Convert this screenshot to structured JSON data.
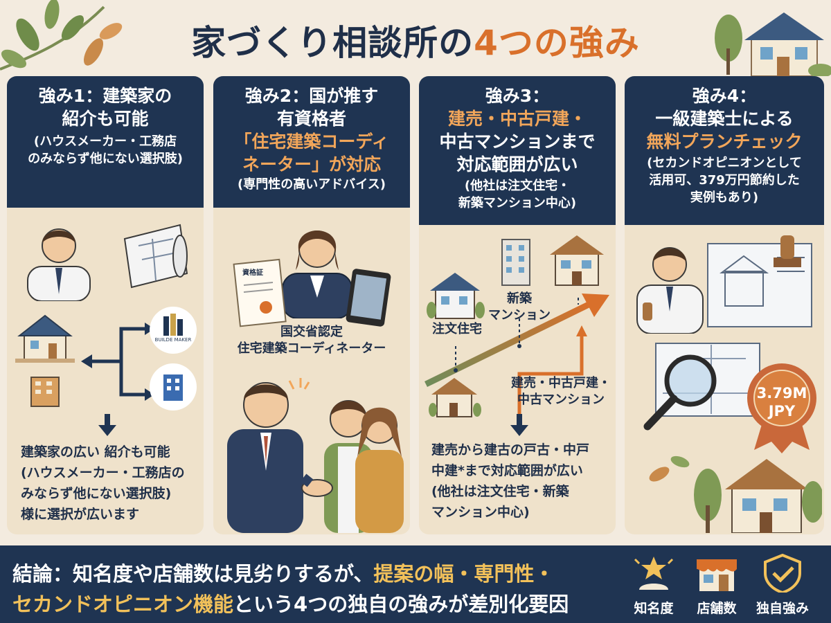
{
  "title": {
    "main": "家づくり相談所の",
    "accent": "4つの強み"
  },
  "columns": [
    {
      "head": [
        "強み1：建築家の",
        "紹介も可能"
      ],
      "sub": [
        "(ハウスメーカー・工務店",
        "のみならず他にない選択肢)"
      ],
      "body": [
        "建築家の広い 紹介も可能",
        "(ハウスメーカー・工務店の",
        "みならず他にない選択肢)",
        "様に選択が広います"
      ],
      "logo_text": "BUILDE MAKER"
    },
    {
      "head": [
        "強み2：国が推す",
        "有資格者"
      ],
      "head_orange": [
        "「住宅建築コーディ",
        "ネーター」が対応"
      ],
      "sub": [
        "(専門性の高いアドバイス)"
      ],
      "cert_text": "資格証",
      "caption": [
        "国交省認定",
        "住宅建築コーディネーター"
      ]
    },
    {
      "head": [
        "強み3："
      ],
      "head_orange": [
        "建売・中古戸建・",
        "中古マンションまで"
      ],
      "head2": [
        "対応範囲が広い"
      ],
      "sub": [
        "(他社は注文住宅・",
        "新築マンション中心)"
      ],
      "labels": {
        "order": "注文住宅",
        "new_mansion": [
          "新築",
          "マンション"
        ],
        "resale": [
          "建売・中古戸建・",
          "中古マンション"
        ]
      },
      "body": [
        "建売から建古の戸古・中戸",
        "中建*まで対応範囲が広い",
        "(他社は注文住宅・新築",
        "マンション中心)"
      ]
    },
    {
      "head": [
        "強み4：",
        "一級建築士による"
      ],
      "head_orange": [
        "無料プランチェック"
      ],
      "sub": [
        "(セカンドオピニオンとして",
        "活用可、379万円節約した",
        "実例もあり)"
      ],
      "badge": [
        "3.79M",
        "JPY"
      ]
    }
  ],
  "footer": {
    "line1_white": "結論：知名度や店舗数は見劣りするが、",
    "line1_yellow": "提案の幅・専門性・",
    "line2_yellow": "セカンドオピニオン機能",
    "line2_white": "という4つの独自の強みが差別化要因",
    "icons": [
      {
        "name": "star-person-icon",
        "label": "知名度"
      },
      {
        "name": "store-icon",
        "label": "店舗数"
      },
      {
        "name": "shield-check-icon",
        "label": "独自強み"
      }
    ]
  },
  "colors": {
    "navy": "#1f3452",
    "orange": "#d9702b",
    "gold": "#f2c15a",
    "cream": "#efe2cb"
  }
}
